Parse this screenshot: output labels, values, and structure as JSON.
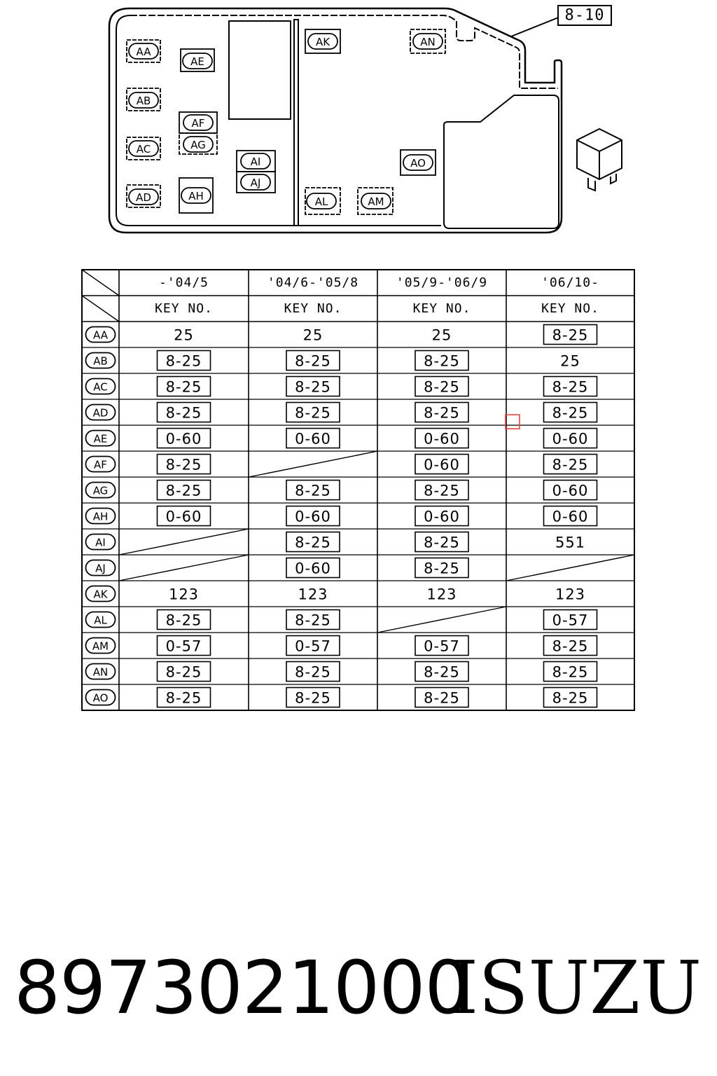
{
  "diagram": {
    "ref_label": "8-10",
    "slots": [
      {
        "id": "AA",
        "label": "AA"
      },
      {
        "id": "AB",
        "label": "AB"
      },
      {
        "id": "AC",
        "label": "AC"
      },
      {
        "id": "AD",
        "label": "AD"
      },
      {
        "id": "AE",
        "label": "AE"
      },
      {
        "id": "AF",
        "label": "AF"
      },
      {
        "id": "AG",
        "label": "AG"
      },
      {
        "id": "AH",
        "label": "AH"
      },
      {
        "id": "AI",
        "label": "AI"
      },
      {
        "id": "AJ",
        "label": "AJ"
      },
      {
        "id": "AK",
        "label": "AK"
      },
      {
        "id": "AL",
        "label": "AL"
      },
      {
        "id": "AM",
        "label": "AM"
      },
      {
        "id": "AN",
        "label": "AN"
      },
      {
        "id": "AO",
        "label": "AO"
      }
    ],
    "icon": "relay-icon"
  },
  "table": {
    "periods": [
      "-'04/5",
      "'04/6-'05/8",
      "'05/9-'06/9",
      "'06/10-"
    ],
    "key_header": "KEY NO.",
    "rows": [
      {
        "label": "AA",
        "cells": [
          {
            "v": "25",
            "boxed": false
          },
          {
            "v": "25",
            "boxed": false
          },
          {
            "v": "25",
            "boxed": false
          },
          {
            "v": "8-25",
            "boxed": true
          }
        ]
      },
      {
        "label": "AB",
        "cells": [
          {
            "v": "8-25",
            "boxed": true
          },
          {
            "v": "8-25",
            "boxed": true
          },
          {
            "v": "8-25",
            "boxed": true
          },
          {
            "v": "25",
            "boxed": false
          }
        ]
      },
      {
        "label": "AC",
        "cells": [
          {
            "v": "8-25",
            "boxed": true
          },
          {
            "v": "8-25",
            "boxed": true
          },
          {
            "v": "8-25",
            "boxed": true
          },
          {
            "v": "8-25",
            "boxed": true
          }
        ]
      },
      {
        "label": "AD",
        "cells": [
          {
            "v": "8-25",
            "boxed": true
          },
          {
            "v": "8-25",
            "boxed": true
          },
          {
            "v": "8-25",
            "boxed": true
          },
          {
            "v": "8-25",
            "boxed": true
          }
        ]
      },
      {
        "label": "AE",
        "cells": [
          {
            "v": "0-60",
            "boxed": true
          },
          {
            "v": "0-60",
            "boxed": true
          },
          {
            "v": "0-60",
            "boxed": true
          },
          {
            "v": "0-60",
            "boxed": true
          }
        ]
      },
      {
        "label": "AF",
        "cells": [
          {
            "v": "8-25",
            "boxed": true
          },
          {
            "v": "",
            "empty": true
          },
          {
            "v": "0-60",
            "boxed": true
          },
          {
            "v": "8-25",
            "boxed": true
          }
        ]
      },
      {
        "label": "AG",
        "cells": [
          {
            "v": "8-25",
            "boxed": true
          },
          {
            "v": "8-25",
            "boxed": true
          },
          {
            "v": "8-25",
            "boxed": true
          },
          {
            "v": "0-60",
            "boxed": true
          }
        ]
      },
      {
        "label": "AH",
        "cells": [
          {
            "v": "0-60",
            "boxed": true
          },
          {
            "v": "0-60",
            "boxed": true
          },
          {
            "v": "0-60",
            "boxed": true
          },
          {
            "v": "0-60",
            "boxed": true
          }
        ]
      },
      {
        "label": "AI",
        "cells": [
          {
            "v": "",
            "empty": true
          },
          {
            "v": "8-25",
            "boxed": true
          },
          {
            "v": "8-25",
            "boxed": true
          },
          {
            "v": "551",
            "boxed": false
          }
        ]
      },
      {
        "label": "AJ",
        "cells": [
          {
            "v": "",
            "empty": true
          },
          {
            "v": "0-60",
            "boxed": true
          },
          {
            "v": "8-25",
            "boxed": true
          },
          {
            "v": "",
            "empty": true
          }
        ]
      },
      {
        "label": "AK",
        "cells": [
          {
            "v": "123",
            "boxed": false
          },
          {
            "v": "123",
            "boxed": false
          },
          {
            "v": "123",
            "boxed": false
          },
          {
            "v": "123",
            "boxed": false
          }
        ]
      },
      {
        "label": "AL",
        "cells": [
          {
            "v": "8-25",
            "boxed": true
          },
          {
            "v": "8-25",
            "boxed": true
          },
          {
            "v": "",
            "empty": true
          },
          {
            "v": "0-57",
            "boxed": true
          }
        ]
      },
      {
        "label": "AM",
        "cells": [
          {
            "v": "0-57",
            "boxed": true
          },
          {
            "v": "0-57",
            "boxed": true
          },
          {
            "v": "0-57",
            "boxed": true
          },
          {
            "v": "8-25",
            "boxed": true
          }
        ]
      },
      {
        "label": "AN",
        "cells": [
          {
            "v": "8-25",
            "boxed": true
          },
          {
            "v": "8-25",
            "boxed": true
          },
          {
            "v": "8-25",
            "boxed": true
          },
          {
            "v": "8-25",
            "boxed": true
          }
        ]
      },
      {
        "label": "AO",
        "cells": [
          {
            "v": "8-25",
            "boxed": true
          },
          {
            "v": "8-25",
            "boxed": true
          },
          {
            "v": "8-25",
            "boxed": true
          },
          {
            "v": "8-25",
            "boxed": true
          }
        ]
      }
    ],
    "highlight_color": "#e53935"
  },
  "footer": {
    "part_number": "8973021000",
    "brand": "ISUZU"
  }
}
